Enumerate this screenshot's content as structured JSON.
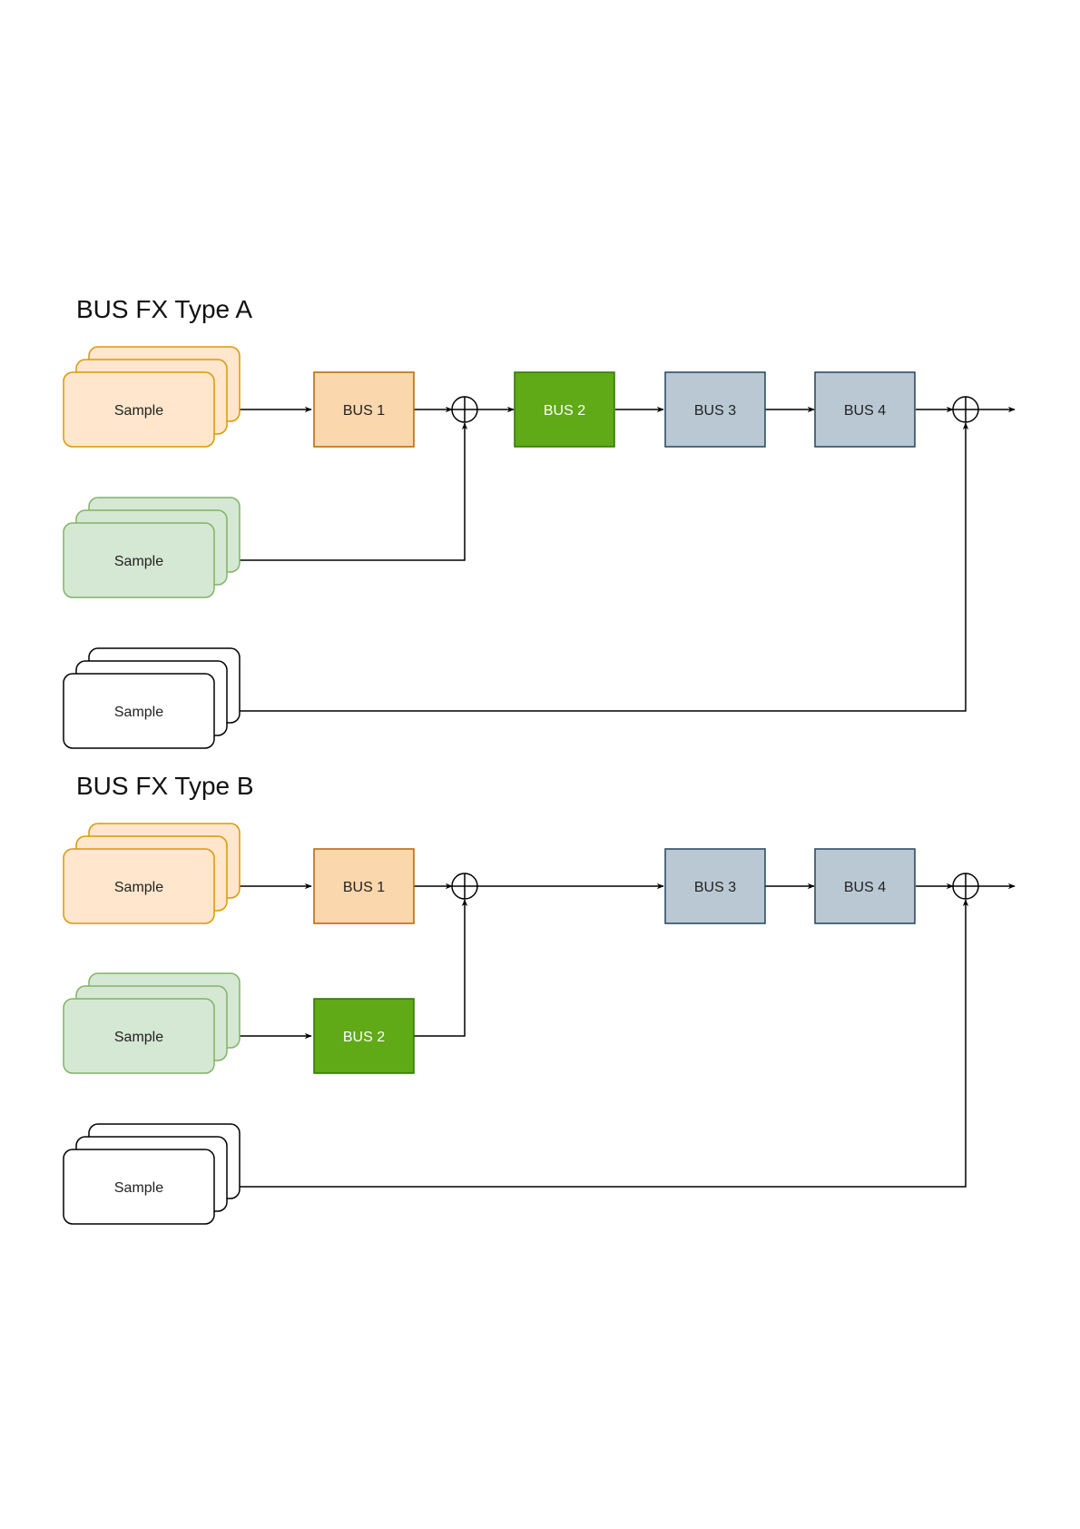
{
  "colors": {
    "sample_orange": {
      "fill": "#FFE6CC",
      "stroke": "#D79B00"
    },
    "sample_green": {
      "fill": "#D5E8D4",
      "stroke": "#82B366"
    },
    "sample_white": {
      "fill": "#FFFFFF",
      "stroke": "#000000"
    },
    "bus_orange": {
      "fill": "#FAD7AC",
      "stroke": "#B46504",
      "text": "#222222"
    },
    "bus_green": {
      "fill": "#60A917",
      "stroke": "#2D7600",
      "text": "#FFFFFF"
    },
    "bus_gray": {
      "fill": "#BAC8D3",
      "stroke": "#23445D",
      "text": "#222222"
    }
  },
  "diagrams": [
    {
      "title": "BUS FX Type A",
      "samples": [
        {
          "label": "Sample",
          "style": "sample_orange"
        },
        {
          "label": "Sample",
          "style": "sample_green"
        },
        {
          "label": "Sample",
          "style": "sample_white"
        }
      ],
      "buses": [
        {
          "label": "BUS 1",
          "style": "bus_orange"
        },
        {
          "label": "BUS 2",
          "style": "bus_green"
        },
        {
          "label": "BUS 3",
          "style": "bus_gray"
        },
        {
          "label": "BUS 4",
          "style": "bus_gray"
        }
      ]
    },
    {
      "title": "BUS FX Type B",
      "samples": [
        {
          "label": "Sample",
          "style": "sample_orange"
        },
        {
          "label": "Sample",
          "style": "sample_green"
        },
        {
          "label": "Sample",
          "style": "sample_white"
        }
      ],
      "buses": [
        {
          "label": "BUS 1",
          "style": "bus_orange"
        },
        {
          "label": "BUS 2",
          "style": "bus_green"
        },
        {
          "label": "BUS 3",
          "style": "bus_gray"
        },
        {
          "label": "BUS 4",
          "style": "bus_gray"
        }
      ]
    }
  ]
}
